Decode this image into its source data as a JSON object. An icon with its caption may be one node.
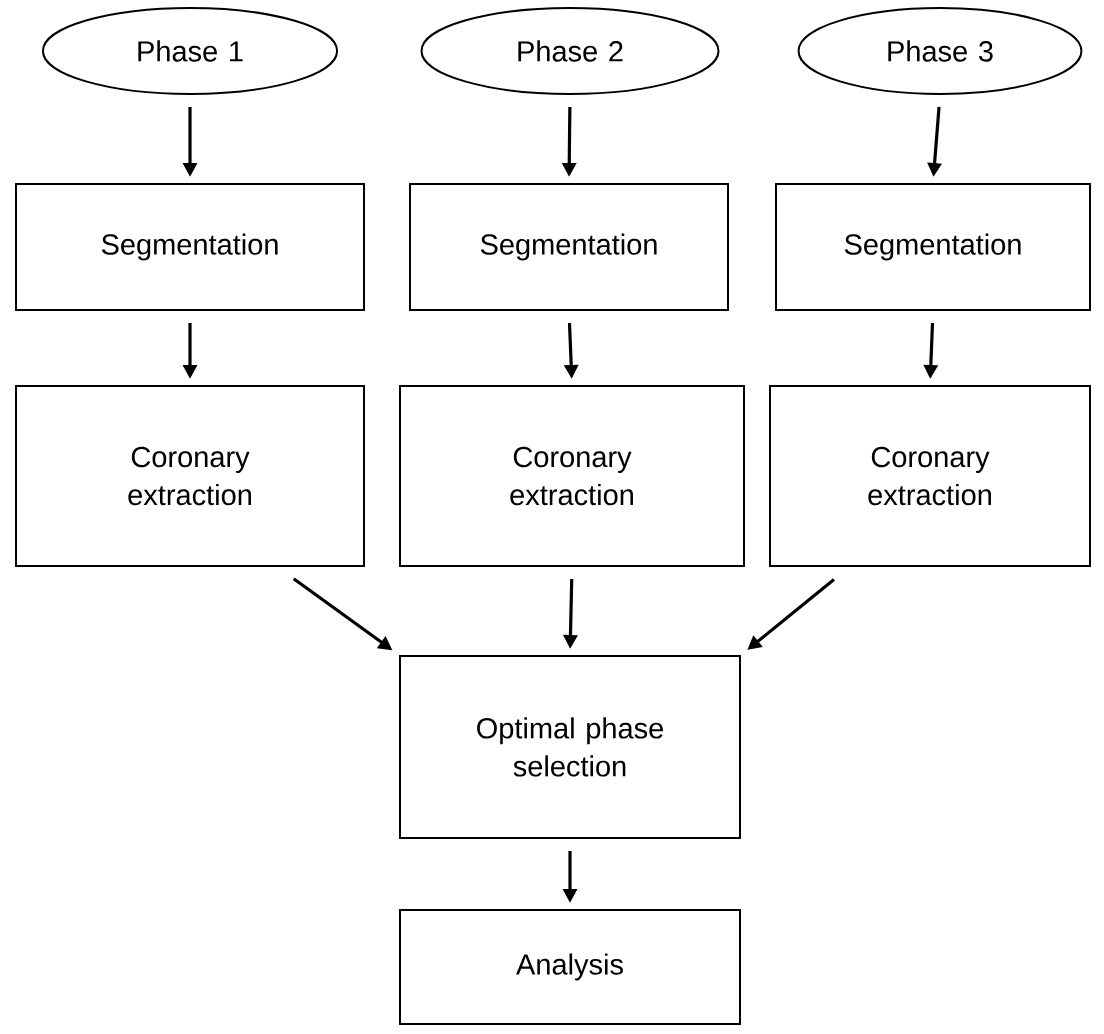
{
  "diagram": {
    "nodes": [
      {
        "text": [
          "Phase 1"
        ]
      },
      {
        "text": [
          "Phase 2"
        ]
      },
      {
        "text": [
          "Phase 3"
        ]
      },
      {
        "text": [
          "Segmentation"
        ]
      },
      {
        "text": [
          "Segmentation"
        ]
      },
      {
        "text": [
          "Segmentation"
        ]
      },
      {
        "text": [
          "Coronary extraction"
        ]
      },
      {
        "text": [
          "Coronary extraction"
        ]
      },
      {
        "text": [
          "Coronary extraction"
        ]
      },
      {
        "text": [
          "Optimal phase selection"
        ]
      },
      {
        "text": [
          "Analysis"
        ]
      }
    ],
    "edges": [
      {
        "from": 0,
        "to": 3,
        "arrow": "to"
      },
      {
        "from": 1,
        "to": 4,
        "arrow": "to"
      },
      {
        "from": 2,
        "to": 5,
        "arrow": "to"
      },
      {
        "from": 3,
        "to": 6,
        "arrow": "to"
      },
      {
        "from": 4,
        "to": 7,
        "arrow": "to"
      },
      {
        "from": 5,
        "to": 8,
        "arrow": "to"
      },
      {
        "from": 6,
        "to": 9,
        "arrow": "to"
      },
      {
        "from": 7,
        "to": 9,
        "arrow": "to"
      },
      {
        "from": 8,
        "to": 9,
        "arrow": "to"
      },
      {
        "from": 9,
        "to": 10,
        "arrow": "to"
      }
    ]
  }
}
